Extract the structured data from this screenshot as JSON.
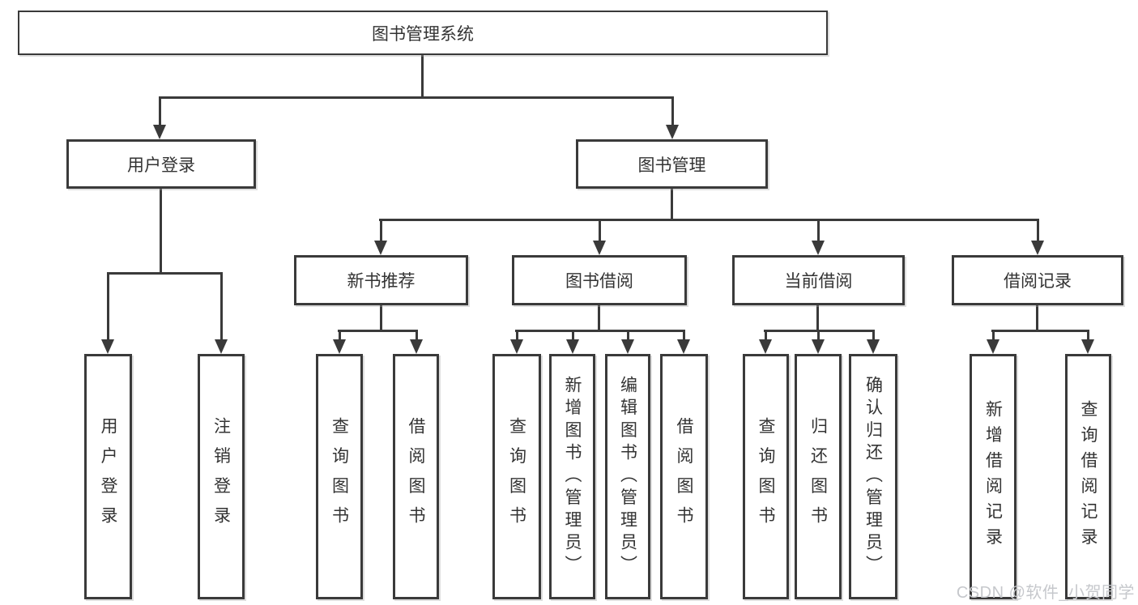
{
  "tree": {
    "root": "图书管理系统",
    "level2": [
      {
        "label": "用户登录"
      },
      {
        "label": "图书管理"
      }
    ],
    "level3": [
      {
        "label": "新书推荐"
      },
      {
        "label": "图书借阅"
      },
      {
        "label": "当前借阅"
      },
      {
        "label": "借阅记录"
      }
    ],
    "leaves": {
      "user_login": [
        "用户登录",
        "注销登录"
      ],
      "new_book": [
        "查询图书",
        "借阅图书"
      ],
      "book_borrow": [
        "查询图书",
        "新增图书（管理员）",
        "编辑图书（管理员）",
        "借阅图书"
      ],
      "current_borrow": [
        "查询图书",
        "归还图书",
        "确认归还（管理员）"
      ],
      "borrow_record": [
        "新增借阅记录",
        "查询借阅记录"
      ]
    }
  },
  "watermark": "CSDN @软件_小贺同学"
}
